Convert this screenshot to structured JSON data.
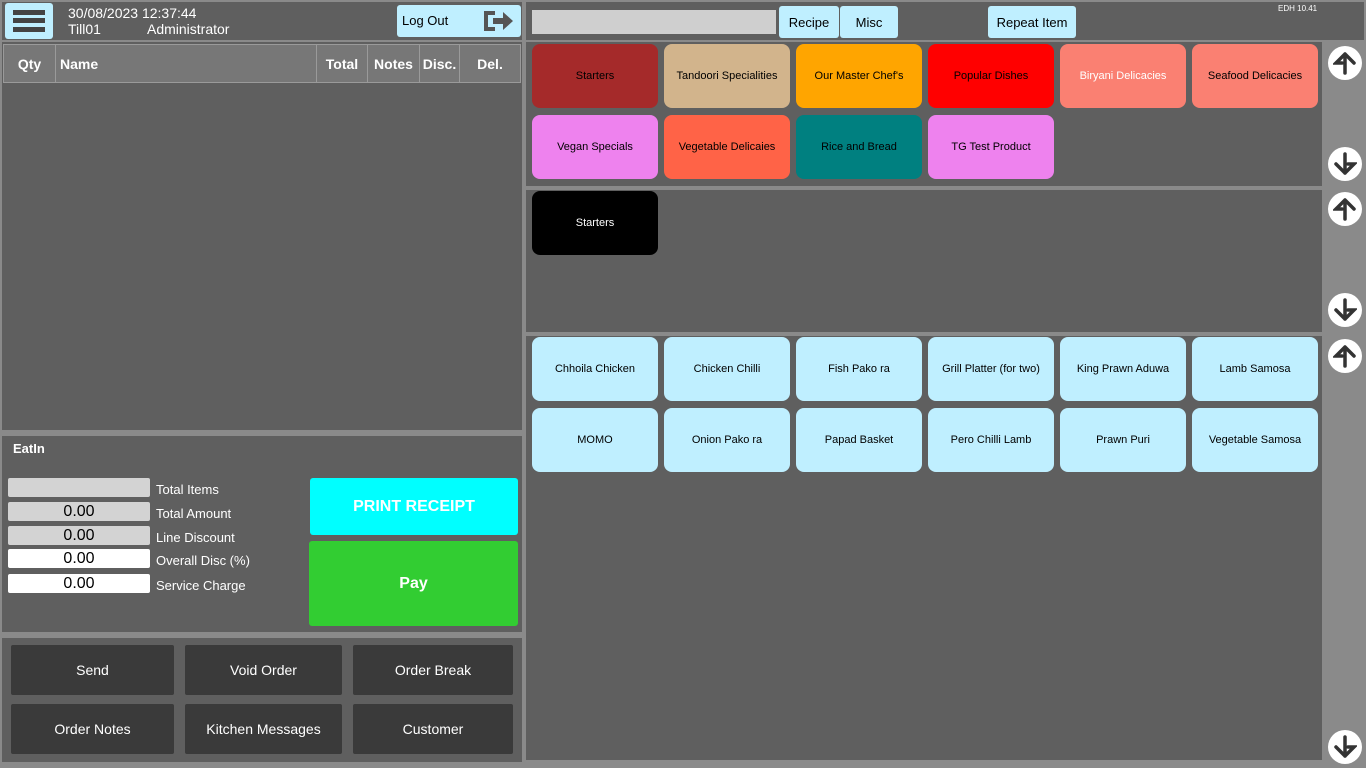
{
  "header": {
    "datetime": "30/08/2023 12:37:44",
    "till": "Till01",
    "user": "Administrator",
    "logout_label": "Log Out",
    "version": "EDH 10.41"
  },
  "order_table": {
    "columns": [
      "Qty",
      "Name",
      "Total",
      "Notes",
      "Disc.",
      "Del."
    ]
  },
  "summary": {
    "order_type": "EatIn",
    "fields": [
      {
        "label": "Total Items",
        "value": ""
      },
      {
        "label": "Total Amount",
        "value": "0.00"
      },
      {
        "label": "Line Discount",
        "value": "0.00"
      },
      {
        "label": "Overall Disc (%)",
        "value": "0.00"
      },
      {
        "label": "Service Charge",
        "value": "0.00"
      }
    ],
    "print_label": "PRINT RECEIPT",
    "pay_label": "Pay"
  },
  "actions": [
    "Send",
    "Void Order",
    "Order Break",
    "Order Notes",
    "Kitchen Messages",
    "Customer"
  ],
  "toolbar": {
    "search_value": "",
    "recipe_label": "Recipe",
    "misc_label": "Misc",
    "repeat_label": "Repeat Item"
  },
  "categories": [
    {
      "label": "Starters",
      "color": "#a52a2a",
      "text": "#000"
    },
    {
      "label": "Tandoori Specialities",
      "color": "#d2b48c",
      "text": "#000"
    },
    {
      "label": "Our Master Chef's",
      "color": "#ffa500",
      "text": "#000"
    },
    {
      "label": "Popular Dishes",
      "color": "#ff0000",
      "text": "#000"
    },
    {
      "label": "Biryani Delicacies",
      "color": "#fa8072",
      "text": "#fff"
    },
    {
      "label": "Seafood Delicacies",
      "color": "#fa8072",
      "text": "#000"
    },
    {
      "label": "Vegan Specials",
      "color": "#ee82ee",
      "text": "#000"
    },
    {
      "label": "Vegetable Delicaies",
      "color": "#ff6347",
      "text": "#000"
    },
    {
      "label": "Rice and Bread",
      "color": "#008080",
      "text": "#000"
    },
    {
      "label": "TG Test Product",
      "color": "#ee82ee",
      "text": "#000"
    }
  ],
  "subcategories": [
    {
      "label": "Starters",
      "color": "#000000",
      "text": "#fff"
    }
  ],
  "items": [
    "Chhoila Chicken",
    "Chicken Chilli",
    "Fish Pako ra",
    "Grill Platter (for two)",
    "King Prawn Aduwa",
    "Lamb Samosa",
    "MOMO",
    "Onion Pako ra",
    "Papad Basket",
    "Pero Chilli Lamb",
    "Prawn Puri",
    "Vegetable Samosa"
  ],
  "colors": {
    "panel": "#5f5f5f",
    "item": "#bfefff",
    "print": "#00ffff",
    "pay": "#32cd32"
  }
}
